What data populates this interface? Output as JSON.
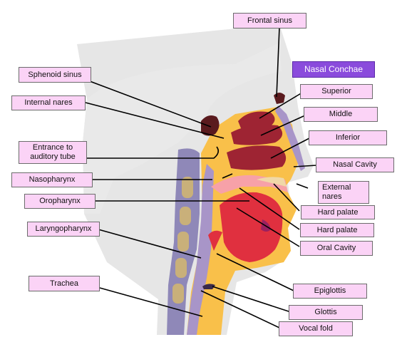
{
  "colors": {
    "label_fill": "#fbd3f6",
    "header_fill": "#8a4bdc",
    "head_silhouette": "#e6e6e6",
    "tissue_orange": "#f9c04a",
    "tissue_pink": "#f7a1a8",
    "tongue_red": "#e0303f",
    "conchae_maroon": "#9e2433",
    "sinus_dark": "#5a1a1e",
    "spine_purple": "#8f88b8",
    "bone_tan": "#c9b07a",
    "leader_line": "#000000"
  },
  "labels": {
    "frontal_sinus": "Frontal sinus",
    "nasal_conchae": "Nasal Conchae",
    "superior": "Superior",
    "middle": "Middle",
    "inferior": "Inferior",
    "nasal_cavity": "Nasal Cavity",
    "external_nares": "External\nnares",
    "hard_palate_1": "Hard palate",
    "hard_palate_2": "Hard palate",
    "oral_cavity": "Oral Cavity",
    "epiglottis": "Epiglottis",
    "glottis": "Glottis",
    "vocal_fold": "Vocal fold",
    "sphenoid_sinus": "Sphenoid sinus",
    "internal_nares": "Internal nares",
    "entrance_auditory_tube": "Entrance to\nauditory tube",
    "nasopharynx": "Nasopharynx",
    "oropharynx": "Oropharynx",
    "laryngopharynx": "Laryngopharynx",
    "trachea": "Trachea"
  }
}
